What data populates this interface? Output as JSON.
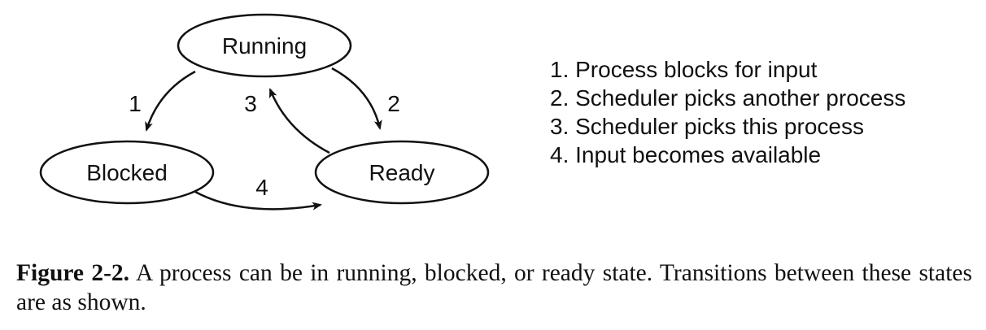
{
  "diagram": {
    "states": {
      "running": "Running",
      "blocked": "Blocked",
      "ready": "Ready"
    },
    "transitions": {
      "t1": "1",
      "t2": "2",
      "t3": "3",
      "t4": "4"
    }
  },
  "legend": [
    "1. Process blocks for input",
    "2. Scheduler picks another process",
    "3. Scheduler picks this process",
    "4. Input becomes available"
  ],
  "caption": {
    "label": "Figure 2-2.",
    "text": "A process can be in running, blocked, or ready state. Transitions between these states are as shown."
  },
  "colors": {
    "ink": "#111111",
    "background": "#ffffff"
  }
}
